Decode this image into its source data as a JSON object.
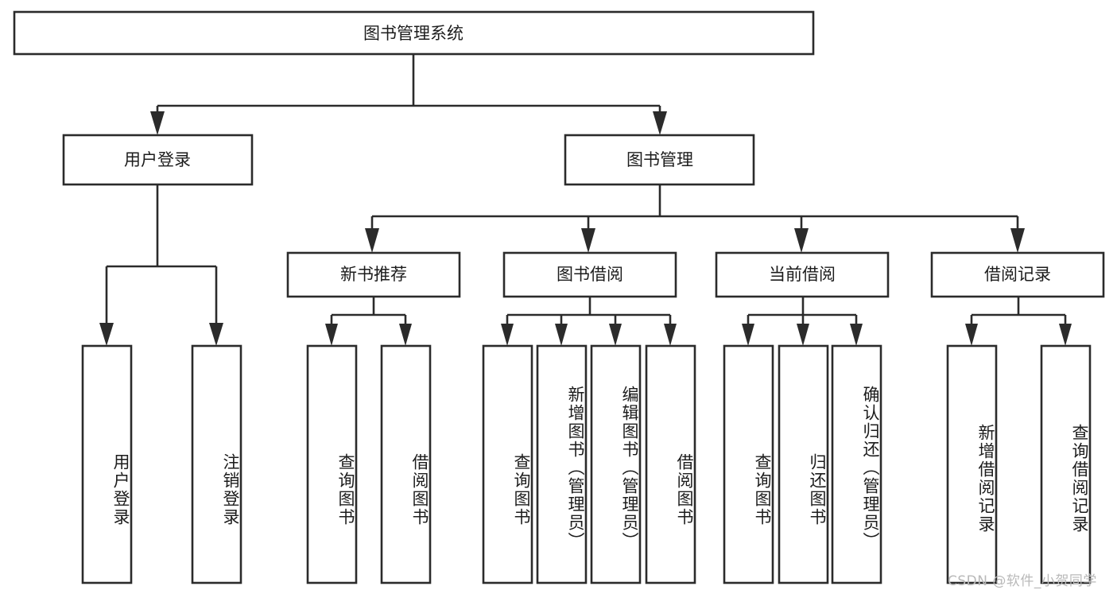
{
  "diagram": {
    "title": "图书管理系统",
    "type": "hierarchy-tree",
    "root": {
      "id": "root",
      "label": "图书管理系统",
      "orientation": "horizontal"
    },
    "level1": [
      {
        "id": "user-login",
        "label": "用户登录",
        "orientation": "horizontal"
      },
      {
        "id": "book-management",
        "label": "图书管理",
        "orientation": "horizontal"
      }
    ],
    "level2": [
      {
        "id": "new-book-recommend",
        "label": "新书推荐",
        "orientation": "horizontal",
        "parent": "book-management"
      },
      {
        "id": "book-borrow",
        "label": "图书借阅",
        "orientation": "horizontal",
        "parent": "book-management"
      },
      {
        "id": "current-borrow",
        "label": "当前借阅",
        "orientation": "horizontal",
        "parent": "book-management"
      },
      {
        "id": "borrow-record",
        "label": "借阅记录",
        "orientation": "horizontal",
        "parent": "book-management"
      }
    ],
    "leaves": [
      {
        "id": "leaf-user-login",
        "label": "用户登录",
        "parent": "user-login",
        "orientation": "vertical"
      },
      {
        "id": "leaf-user-logout",
        "label": "注销登录",
        "parent": "user-login",
        "orientation": "vertical"
      },
      {
        "id": "leaf-query-book-rec",
        "label": "查询图书",
        "parent": "new-book-recommend",
        "orientation": "vertical"
      },
      {
        "id": "leaf-borrow-book-rec",
        "label": "借阅图书",
        "parent": "new-book-recommend",
        "orientation": "vertical"
      },
      {
        "id": "leaf-query-book-borrow",
        "label": "查询图书",
        "parent": "book-borrow",
        "orientation": "vertical"
      },
      {
        "id": "leaf-add-book-admin",
        "label": "新增图书（管理员）",
        "parent": "book-borrow",
        "orientation": "vertical"
      },
      {
        "id": "leaf-edit-book-admin",
        "label": "编辑图书（管理员）",
        "parent": "book-borrow",
        "orientation": "vertical"
      },
      {
        "id": "leaf-borrow-book",
        "label": "借阅图书",
        "parent": "book-borrow",
        "orientation": "vertical"
      },
      {
        "id": "leaf-query-book-current",
        "label": "查询图书",
        "parent": "current-borrow",
        "orientation": "vertical"
      },
      {
        "id": "leaf-return-book",
        "label": "归还图书",
        "parent": "current-borrow",
        "orientation": "vertical"
      },
      {
        "id": "leaf-confirm-return-admin",
        "label": "确认归还（管理员）",
        "parent": "current-borrow",
        "orientation": "vertical"
      },
      {
        "id": "leaf-add-borrow-record",
        "label": "新增借阅记录",
        "parent": "borrow-record",
        "orientation": "vertical"
      },
      {
        "id": "leaf-query-borrow-record",
        "label": "查询借阅记录",
        "parent": "borrow-record",
        "orientation": "vertical"
      }
    ],
    "colors": {
      "box_stroke": "#2b2b2b",
      "box_fill": "#ffffff",
      "text": "#1c1c1c",
      "connector": "#2b2b2b",
      "background": "#ffffff",
      "watermark": "#b9b9b9"
    }
  },
  "watermark": {
    "text": "CSDN @软件_小贺同学"
  }
}
